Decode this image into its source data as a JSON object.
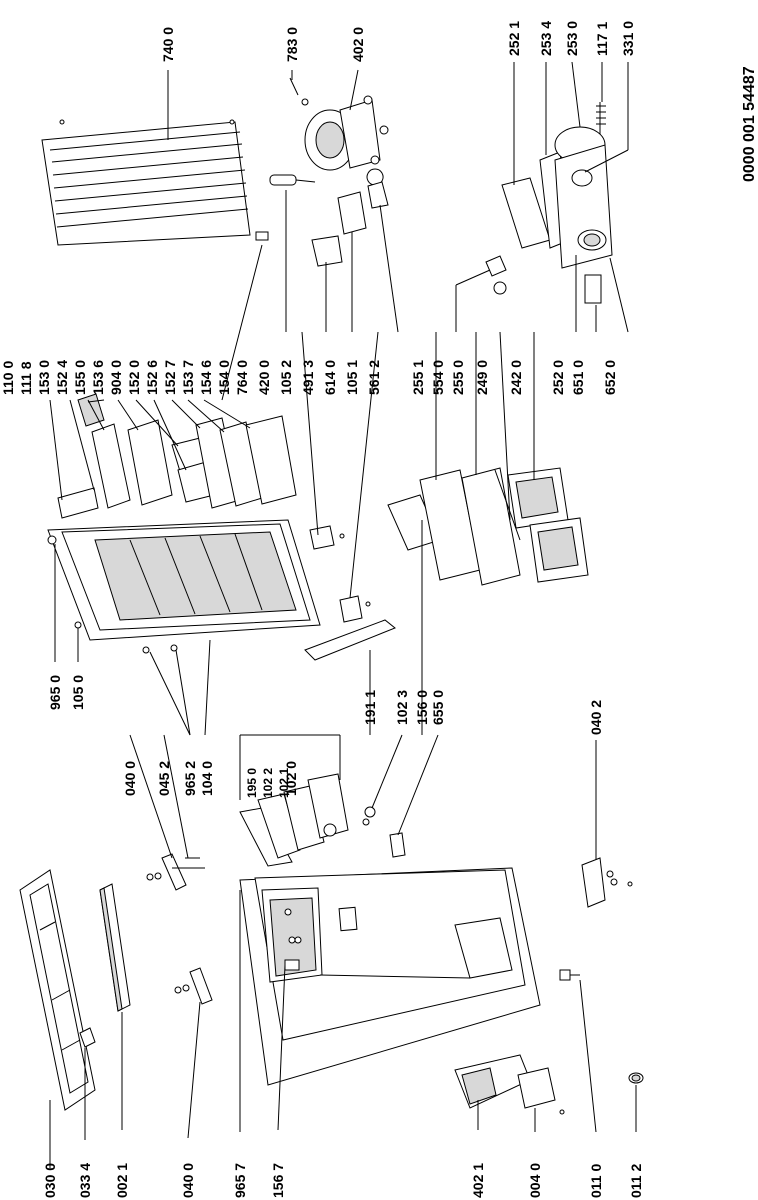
{
  "document_number": "0000 001 54487",
  "labels": [
    {
      "id": "030-0",
      "text": "030 0"
    },
    {
      "id": "033-4",
      "text": "033 4"
    },
    {
      "id": "002-1",
      "text": "002 1"
    },
    {
      "id": "040-0b",
      "text": "040 0"
    },
    {
      "id": "965-7",
      "text": "965 7"
    },
    {
      "id": "156-7",
      "text": "156 7"
    },
    {
      "id": "402-1",
      "text": "402 1"
    },
    {
      "id": "004-0",
      "text": "004 0"
    },
    {
      "id": "011-0",
      "text": "011 0"
    },
    {
      "id": "011-2",
      "text": "011 2"
    },
    {
      "id": "040-0a",
      "text": "040 0"
    },
    {
      "id": "045-2",
      "text": "045 2"
    },
    {
      "id": "965-2",
      "text": "965 2"
    },
    {
      "id": "104-0",
      "text": "104 0"
    },
    {
      "id": "102-0",
      "text": "102 0"
    },
    {
      "id": "195-0",
      "text": "195 0"
    },
    {
      "id": "102-2",
      "text": "102 2"
    },
    {
      "id": "102-1",
      "text": "102 1"
    },
    {
      "id": "191-1",
      "text": "191 1"
    },
    {
      "id": "102-3",
      "text": "102 3"
    },
    {
      "id": "156-0",
      "text": "156 0"
    },
    {
      "id": "655-0",
      "text": "655 0"
    },
    {
      "id": "040-2",
      "text": "040 2"
    },
    {
      "id": "965-0",
      "text": "965 0"
    },
    {
      "id": "105-0",
      "text": "105 0"
    },
    {
      "id": "110-0",
      "text": "110 0"
    },
    {
      "id": "111-8",
      "text": "111 8"
    },
    {
      "id": "153-0",
      "text": "153 0"
    },
    {
      "id": "152-4",
      "text": "152 4"
    },
    {
      "id": "155-0",
      "text": "155 0"
    },
    {
      "id": "153-6",
      "text": "153 6"
    },
    {
      "id": "904-0",
      "text": "904 0"
    },
    {
      "id": "152-0",
      "text": "152 0"
    },
    {
      "id": "152-6",
      "text": "152 6"
    },
    {
      "id": "152-7",
      "text": "152 7"
    },
    {
      "id": "153-7",
      "text": "153 7"
    },
    {
      "id": "154-6",
      "text": "154 6"
    },
    {
      "id": "154-0",
      "text": "154 0"
    },
    {
      "id": "764-0",
      "text": "764 0"
    },
    {
      "id": "420-0",
      "text": "420 0"
    },
    {
      "id": "105-2",
      "text": "105 2"
    },
    {
      "id": "491-3",
      "text": "491 3"
    },
    {
      "id": "614-0",
      "text": "614 0"
    },
    {
      "id": "105-1",
      "text": "105 1"
    },
    {
      "id": "561-2",
      "text": "561 2"
    },
    {
      "id": "255-1",
      "text": "255 1"
    },
    {
      "id": "554-0",
      "text": "554 0"
    },
    {
      "id": "255-0",
      "text": "255 0"
    },
    {
      "id": "249-0",
      "text": "249 0"
    },
    {
      "id": "242-0",
      "text": "242 0"
    },
    {
      "id": "252-0",
      "text": "252 0"
    },
    {
      "id": "651-0",
      "text": "651 0"
    },
    {
      "id": "652-0",
      "text": "652 0"
    },
    {
      "id": "740-0",
      "text": "740 0"
    },
    {
      "id": "783-0",
      "text": "783 0"
    },
    {
      "id": "402-0",
      "text": "402 0"
    },
    {
      "id": "252-1",
      "text": "252 1"
    },
    {
      "id": "253-4",
      "text": "253 4"
    },
    {
      "id": "253-0",
      "text": "253 0"
    },
    {
      "id": "117-1",
      "text": "117 1"
    },
    {
      "id": "331-0",
      "text": "331 0"
    }
  ]
}
